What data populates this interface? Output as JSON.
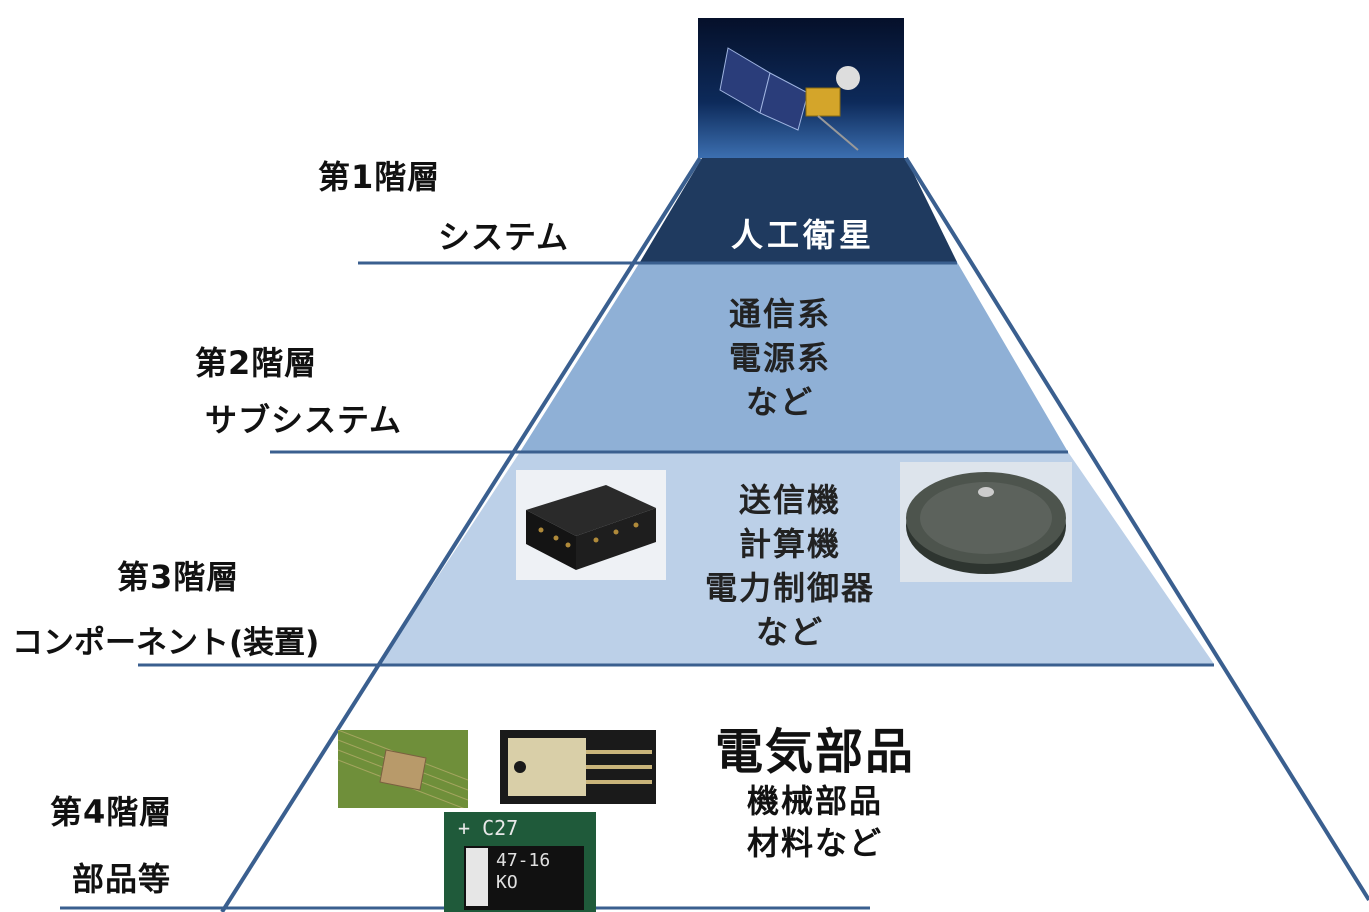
{
  "levels": [
    {
      "level": "第1階層",
      "name": "システム",
      "items": [
        "人工衛星"
      ]
    },
    {
      "level": "第2階層",
      "name": "サブシステム",
      "items": [
        "通信系",
        "電源系",
        "など"
      ]
    },
    {
      "level": "第3階層",
      "name": "コンポーネント(装置)",
      "items": [
        "送信機",
        "計算機",
        "電力制御器",
        "など"
      ]
    },
    {
      "level": "第4階層",
      "name": "部品等",
      "items": [
        "電気部品",
        "機械部品",
        "材料など"
      ]
    }
  ],
  "images": {
    "tier1": "satellite-photo",
    "tier3": [
      "box-component-photo",
      "disk-component-photo"
    ],
    "tier4": [
      "chip-on-board-photo",
      "transistor-package-photo",
      "smd-capacitor-photo"
    ]
  },
  "capacitor_marking": {
    "ref": "C27",
    "value": "47-16",
    "code": "KO"
  },
  "colors": {
    "tier1": "#1f3a5f",
    "tier2": "#8fb0d6",
    "tier3": "#bcd0e8",
    "outline": "#3a5f8f"
  }
}
